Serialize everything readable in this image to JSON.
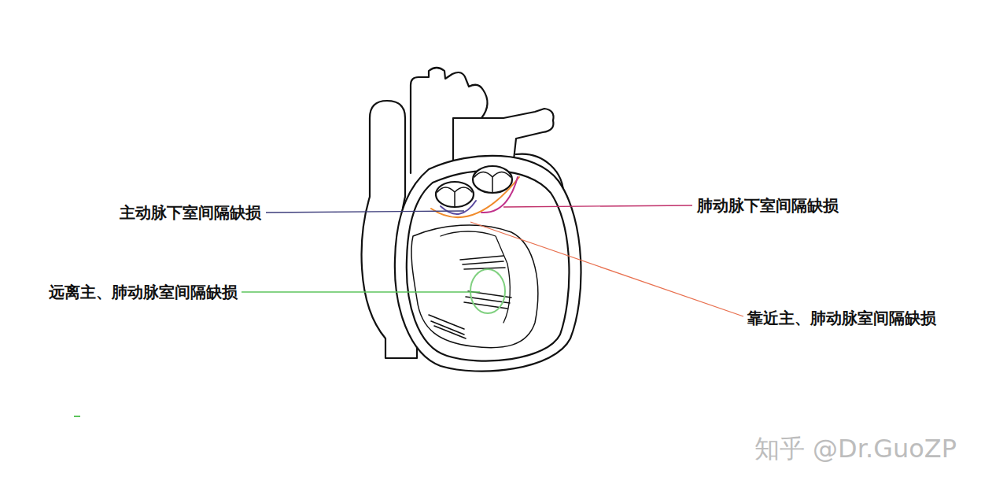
{
  "diagram": {
    "labels": [
      "主动脉下室间隔缺损",
      "肺动脉下室间隔缺损",
      "远离主、肺动脉室间隔缺损",
      "靠近主、肺动脉室间隔缺损",
      "知乎 @Dr.GuoZP"
    ]
  }
}
